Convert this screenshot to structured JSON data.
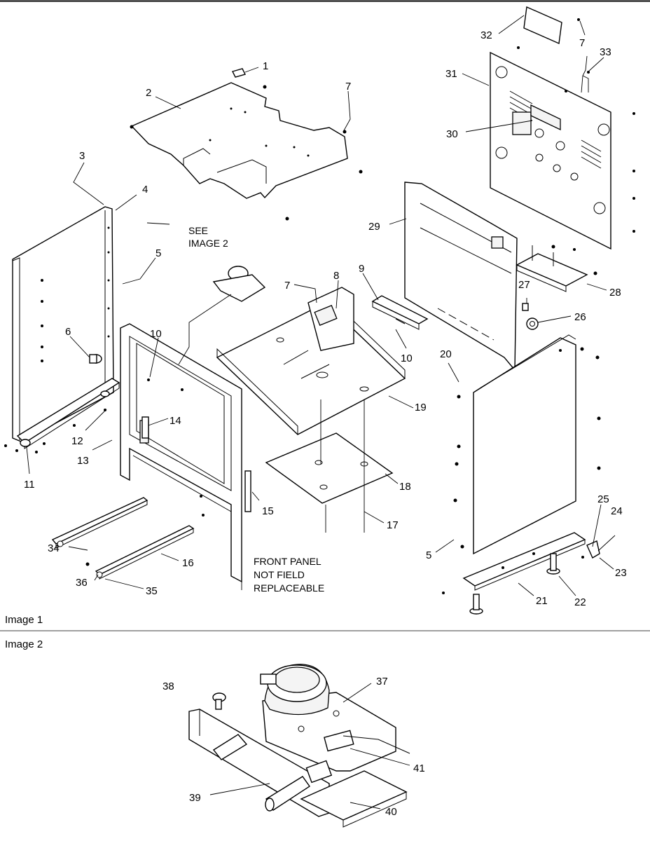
{
  "sections": [
    {
      "id": "image-1",
      "label": "Image 1"
    },
    {
      "id": "image-2",
      "label": "Image 2"
    }
  ],
  "notes": {
    "see_image_2": [
      "SEE",
      "IMAGE 2"
    ],
    "front_panel": [
      "FRONT PANEL",
      "NOT FIELD",
      "REPLACEABLE"
    ]
  },
  "callouts": [
    "1",
    "2",
    "7",
    "3",
    "4",
    "5",
    "6",
    "10",
    "12",
    "13",
    "11",
    "14",
    "15",
    "16",
    "34",
    "36",
    "35",
    "7",
    "8",
    "9",
    "10",
    "19",
    "18",
    "17",
    "29",
    "31",
    "32",
    "7",
    "33",
    "30",
    "28",
    "27",
    "26",
    "20",
    "5",
    "25",
    "24",
    "23",
    "22",
    "21",
    "38",
    "37",
    "41",
    "39",
    "40"
  ]
}
